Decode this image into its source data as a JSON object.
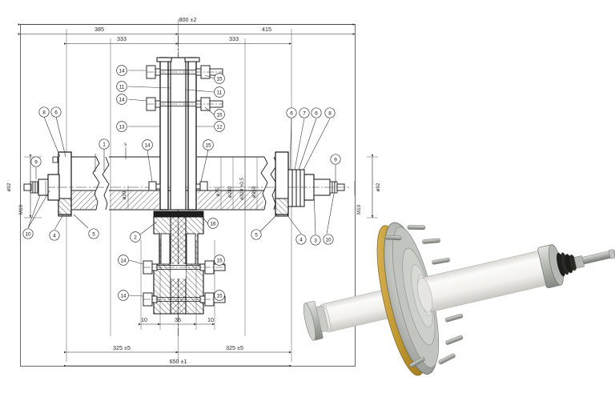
{
  "document": {
    "type": "engineering-drawing",
    "subject": "high-voltage ceramic bushing / insulator assembly",
    "views": [
      "sectional-assembly-drawing",
      "product-photograph"
    ]
  },
  "drawing": {
    "dimensions_top": [
      {
        "id": "overall-length",
        "label": "800 ±2"
      },
      {
        "id": "left-span",
        "label": "385"
      },
      {
        "id": "right-span",
        "label": "415"
      },
      {
        "id": "left-inner-span",
        "label": "333"
      },
      {
        "id": "right-inner-span",
        "label": "333"
      }
    ],
    "dimensions_bottom": [
      {
        "id": "left-step",
        "label": "10"
      },
      {
        "id": "center-width",
        "label": "35"
      },
      {
        "id": "right-step",
        "label": "10"
      },
      {
        "id": "left-half",
        "label": "325 ±5"
      },
      {
        "id": "right-half",
        "label": "325 ±5"
      },
      {
        "id": "flange-bolt-circle",
        "label": "650 ±1"
      }
    ],
    "dimensions_vertical_left": [
      {
        "id": "left-terminal-dia",
        "label": "ø92"
      },
      {
        "id": "left-thread",
        "label": "M10"
      }
    ],
    "dimensions_vertical_right": [
      {
        "id": "right-terminal-dia",
        "label": "ø92"
      },
      {
        "id": "right-thread",
        "label": "M10"
      }
    ],
    "dimensions_vertical_center": [
      {
        "id": "tube-bore",
        "label": "ø30"
      },
      {
        "id": "inner-seat-dia",
        "label": "ø75"
      },
      {
        "id": "gasket-dia",
        "label": "ø280"
      },
      {
        "id": "bolt-circle-dia",
        "label": "ø320 ±0,5"
      },
      {
        "id": "flange-outer-dia",
        "label": "ø350"
      }
    ],
    "annotations": [
      {
        "id": "wall-thickness-symbol",
        "label": "s"
      }
    ],
    "balloons_left": [
      {
        "label": "8"
      },
      {
        "label": "6"
      },
      {
        "label": "9"
      },
      {
        "label": "10"
      },
      {
        "label": "4"
      },
      {
        "label": "5"
      },
      {
        "label": "1"
      }
    ],
    "balloons_right": [
      {
        "label": "6"
      },
      {
        "label": "7"
      },
      {
        "label": "6"
      },
      {
        "label": "8"
      },
      {
        "label": "9"
      },
      {
        "label": "5"
      },
      {
        "label": "4"
      },
      {
        "label": "3"
      },
      {
        "label": "10"
      }
    ],
    "balloons_center_upper": [
      {
        "label": "14"
      },
      {
        "label": "11"
      },
      {
        "label": "14"
      },
      {
        "label": "13"
      },
      {
        "label": "15"
      },
      {
        "label": "11"
      },
      {
        "label": "15"
      },
      {
        "label": "12"
      }
    ],
    "balloons_center_mid": [
      {
        "label": "14"
      },
      {
        "label": "15"
      }
    ],
    "balloons_center_lower": [
      {
        "label": "2"
      },
      {
        "label": "16"
      },
      {
        "label": "14"
      },
      {
        "label": "15"
      },
      {
        "label": "14"
      },
      {
        "label": "15"
      }
    ]
  },
  "photo": {
    "caption": "",
    "parts": [
      {
        "name": "ceramic-tube",
        "color": "#f2f1ee"
      },
      {
        "name": "mounting-flange",
        "color": "#b9bbb8"
      },
      {
        "name": "gasket-ring",
        "color": "#c49a34"
      },
      {
        "name": "stud-bolt",
        "color": "#9a9c99"
      },
      {
        "name": "terminal-stud",
        "color": "#a8aaa7"
      },
      {
        "name": "seal-stack",
        "color": "#23231f"
      },
      {
        "name": "end-cap",
        "color": "#c6c8c5"
      }
    ]
  },
  "colors": {
    "line": "#2a2a2a",
    "thin_line": "#555555",
    "background": "#ffffff",
    "hatch": "#333333",
    "photo_metal": "#b9bbb8",
    "photo_ceramic": "#f2f1ee",
    "photo_gasket": "#c49a34"
  }
}
